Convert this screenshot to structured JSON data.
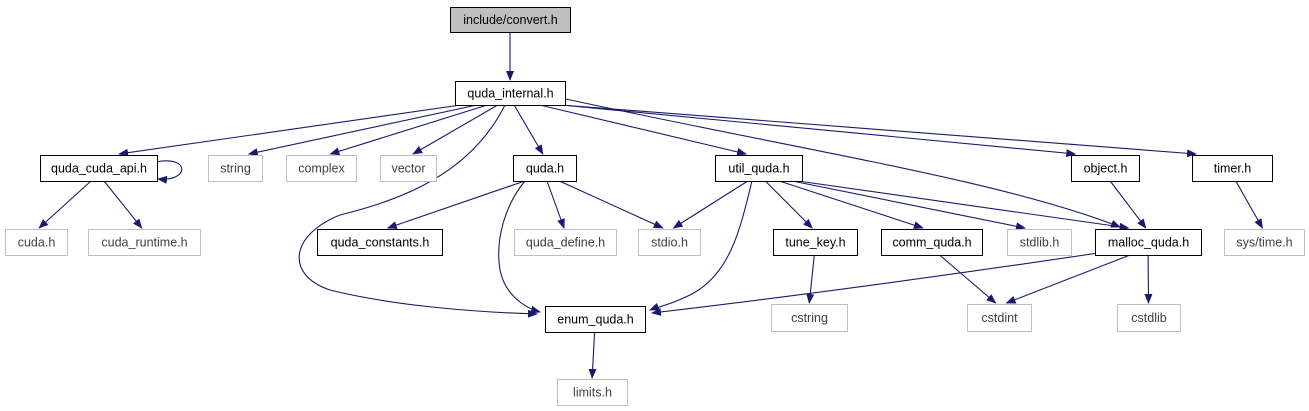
{
  "title": "",
  "colors": {
    "edge": "#191970",
    "root_fill": "#bfbfbf",
    "node_border": "#000000",
    "external_border": "#bfbfbf",
    "external_text": "#404040",
    "text": "#000000"
  },
  "nodes": [
    {
      "id": "convert",
      "label": "include/convert.h",
      "kind": "root"
    },
    {
      "id": "quda_internal",
      "label": "quda_internal.h",
      "kind": "internal"
    },
    {
      "id": "quda_cuda_api",
      "label": "quda_cuda_api.h",
      "kind": "internal"
    },
    {
      "id": "string",
      "label": "string",
      "kind": "external"
    },
    {
      "id": "complex",
      "label": "complex",
      "kind": "external"
    },
    {
      "id": "vector",
      "label": "vector",
      "kind": "external"
    },
    {
      "id": "quda",
      "label": "quda.h",
      "kind": "internal"
    },
    {
      "id": "util_quda",
      "label": "util_quda.h",
      "kind": "internal"
    },
    {
      "id": "object",
      "label": "object.h",
      "kind": "internal"
    },
    {
      "id": "timer",
      "label": "timer.h",
      "kind": "internal"
    },
    {
      "id": "cuda",
      "label": "cuda.h",
      "kind": "external"
    },
    {
      "id": "cuda_runtime",
      "label": "cuda_runtime.h",
      "kind": "external"
    },
    {
      "id": "quda_constants",
      "label": "quda_constants.h",
      "kind": "internal"
    },
    {
      "id": "quda_define",
      "label": "quda_define.h",
      "kind": "external"
    },
    {
      "id": "stdio",
      "label": "stdio.h",
      "kind": "external"
    },
    {
      "id": "tune_key",
      "label": "tune_key.h",
      "kind": "internal"
    },
    {
      "id": "comm_quda",
      "label": "comm_quda.h",
      "kind": "internal"
    },
    {
      "id": "stdlib",
      "label": "stdlib.h",
      "kind": "external"
    },
    {
      "id": "malloc_quda",
      "label": "malloc_quda.h",
      "kind": "internal"
    },
    {
      "id": "systime",
      "label": "sys/time.h",
      "kind": "external"
    },
    {
      "id": "enum_quda",
      "label": "enum_quda.h",
      "kind": "internal"
    },
    {
      "id": "cstring",
      "label": "cstring",
      "kind": "external"
    },
    {
      "id": "cstdint",
      "label": "cstdint",
      "kind": "external"
    },
    {
      "id": "cstdlib",
      "label": "cstdlib",
      "kind": "external"
    },
    {
      "id": "limits",
      "label": "limits.h",
      "kind": "external"
    }
  ],
  "edges": [
    [
      "convert",
      "quda_internal"
    ],
    [
      "quda_internal",
      "quda_cuda_api"
    ],
    [
      "quda_internal",
      "string"
    ],
    [
      "quda_internal",
      "complex"
    ],
    [
      "quda_internal",
      "vector"
    ],
    [
      "quda_internal",
      "quda"
    ],
    [
      "quda_internal",
      "enum_quda"
    ],
    [
      "quda_internal",
      "util_quda"
    ],
    [
      "quda_internal",
      "object"
    ],
    [
      "quda_internal",
      "timer"
    ],
    [
      "quda_internal",
      "malloc_quda"
    ],
    [
      "quda_cuda_api",
      "quda_cuda_api"
    ],
    [
      "quda_cuda_api",
      "cuda"
    ],
    [
      "quda_cuda_api",
      "cuda_runtime"
    ],
    [
      "quda",
      "quda_constants"
    ],
    [
      "quda",
      "quda_define"
    ],
    [
      "quda",
      "stdio"
    ],
    [
      "quda",
      "enum_quda"
    ],
    [
      "util_quda",
      "stdio"
    ],
    [
      "util_quda",
      "enum_quda"
    ],
    [
      "util_quda",
      "tune_key"
    ],
    [
      "util_quda",
      "comm_quda"
    ],
    [
      "util_quda",
      "stdlib"
    ],
    [
      "util_quda",
      "malloc_quda"
    ],
    [
      "object",
      "malloc_quda"
    ],
    [
      "timer",
      "systime"
    ],
    [
      "tune_key",
      "cstring"
    ],
    [
      "comm_quda",
      "cstdint"
    ],
    [
      "malloc_quda",
      "enum_quda"
    ],
    [
      "malloc_quda",
      "cstdint"
    ],
    [
      "malloc_quda",
      "cstdlib"
    ],
    [
      "enum_quda",
      "limits"
    ]
  ]
}
